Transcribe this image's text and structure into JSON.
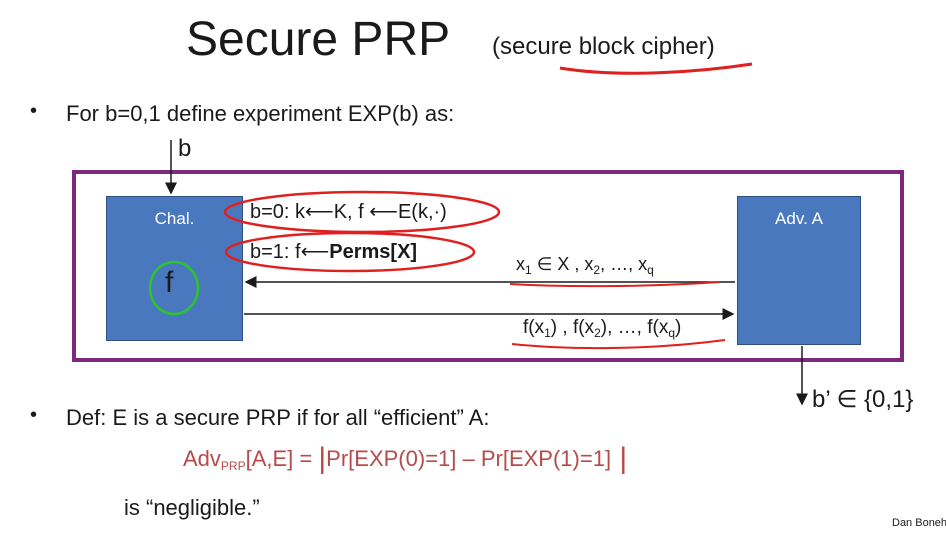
{
  "slide": {
    "title": "Secure PRP",
    "subtitle": "(secure block cipher)",
    "bullet1": "For   b=0,1   define experiment   EXP(b)  as:",
    "b_input": "b",
    "challenger_label": "Chal.",
    "challenger_f": "f",
    "adversary_label": "Adv. A",
    "line_b0": "b=0:  k⟵K,  f ⟵E(k,·)",
    "line_b1_prefix": "b=1:  f⟵",
    "line_b1_bold": "Perms[X]",
    "queries": {
      "x1": "x",
      "x1_sub": "1",
      "in_x": " ∈ X  , x",
      "x2_sub": "2",
      "rest": ",   …,  x",
      "xq_sub": "q"
    },
    "responses": {
      "f1": "f(x",
      "f1_sub": "1",
      "mid": ")  , f(x",
      "f2_sub": "2",
      "mid2": "), …, f(x",
      "fq_sub": "q",
      "end": ")"
    },
    "output": "b’ ∈ {0,1}",
    "bullet2": "Def:  E is a secure PRP if for all “efficient”  A:",
    "adv_prefix": "Adv",
    "adv_sub": "PRP",
    "adv_formula": "[A,E]  =  ",
    "adv_expr": "Pr[EXP(0)=1] – Pr[EXP(1)=1]",
    "negligible": "is “negligible.”",
    "credit": "Dan Boneh"
  },
  "colors": {
    "frame": "#7b2a7e",
    "box": "#4a78be",
    "annotation_red": "#e02020",
    "annotation_green": "#2cc52c",
    "formula": "#b74a4a"
  }
}
